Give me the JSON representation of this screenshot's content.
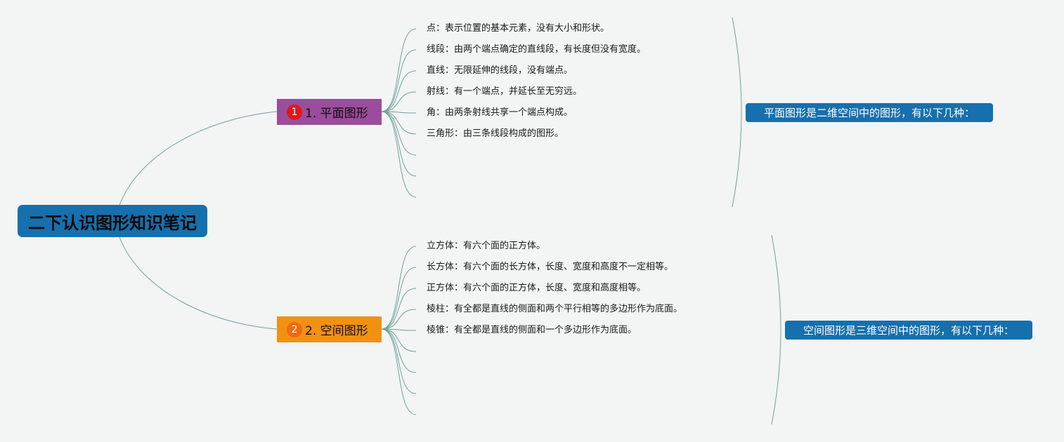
{
  "root": {
    "label": "二下认识图形知识笔记"
  },
  "branches": [
    {
      "number": "1",
      "label": "1. 平面图形",
      "color": "#9b4d9b",
      "badge_color": "#e3161c",
      "items": [
        "点：表示位置的基本元素，没有大小和形状。",
        "线段：由两个端点确定的直线段，有长度但没有宽度。",
        "直线：无限延伸的线段，没有端点。",
        "射线：有一个端点，并延长至无穷远。",
        "角：由两条射线共享一个端点构成。",
        "三角形：由三条线段构成的图形。"
      ],
      "summary": "平面图形是二维空间中的图形，有以下几种："
    },
    {
      "number": "2",
      "label": "2. 空间图形",
      "color": "#f29111",
      "badge_color": "#ee6a12",
      "items": [
        "立方体：有六个面的正方体。",
        "长方体：有六个面的长方体，长度、宽度和高度不一定相等。",
        "正方体：有六个面的正方体，长度、宽度和高度相等。",
        "棱柱：有全都是直线的侧面和两个平行相等的多边形作为底面。",
        "棱锥：有全都是直线的侧面和一个多边形作为底面。"
      ],
      "summary": "空间图形是三维空间中的图形，有以下几种："
    }
  ],
  "colors": {
    "background": "#f3f4f4",
    "root": "#1670ad",
    "line": "#6fa39a"
  }
}
